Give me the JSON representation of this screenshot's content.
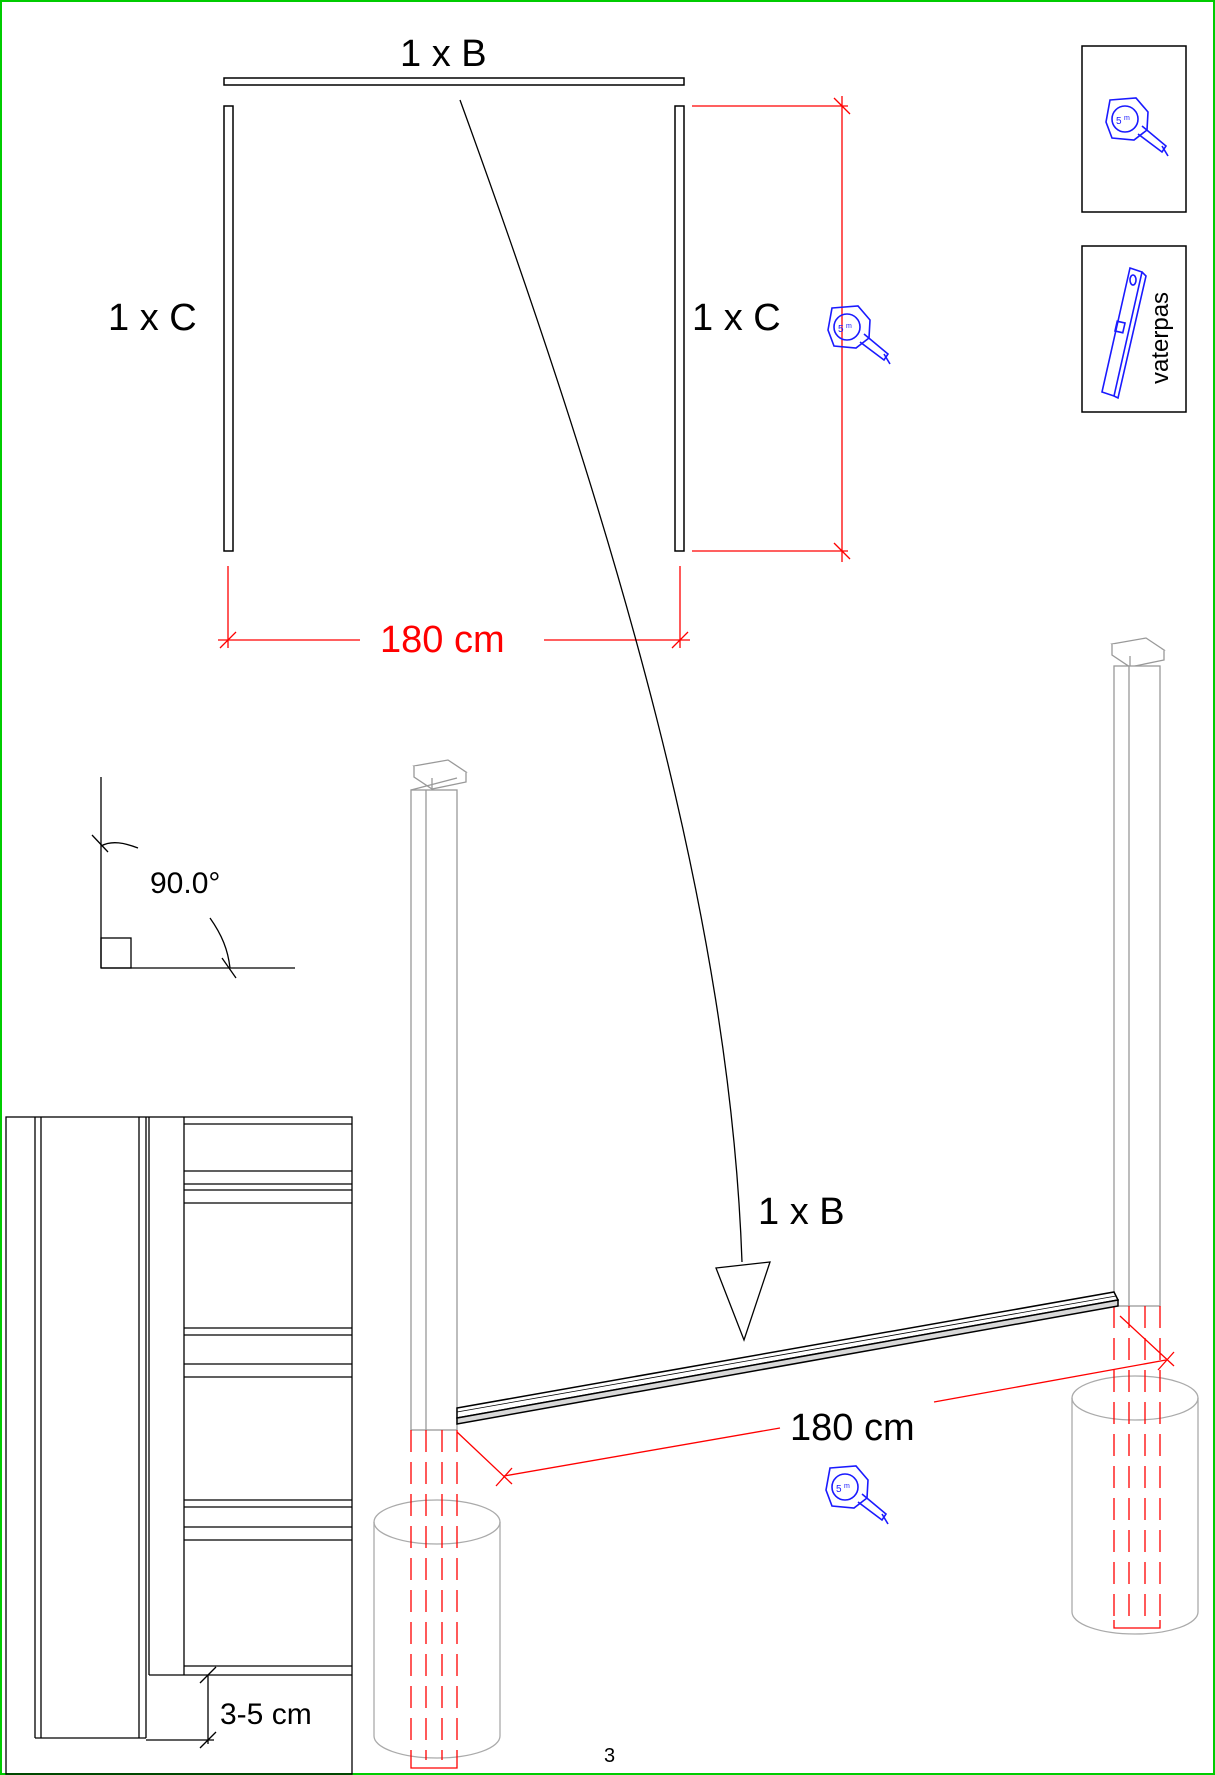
{
  "labels": {
    "top_b": "1 x B",
    "left_c": "1 x C",
    "right_c": "1 x C",
    "width_top": "180 cm",
    "angle": "90.0°",
    "arrow_b": "1 x B",
    "width_bottom": "180 cm",
    "gap": "3-5 cm",
    "page_number": "3",
    "tape_mark": "5",
    "tape_unit": "m",
    "level_tool": "vaterpas"
  },
  "icons": [
    "tape-measure-icon",
    "spirit-level-icon"
  ],
  "colors": {
    "border": "#00cc00",
    "dimension": "#ff0000",
    "tool": "#1a1aff",
    "post": "#999999"
  }
}
